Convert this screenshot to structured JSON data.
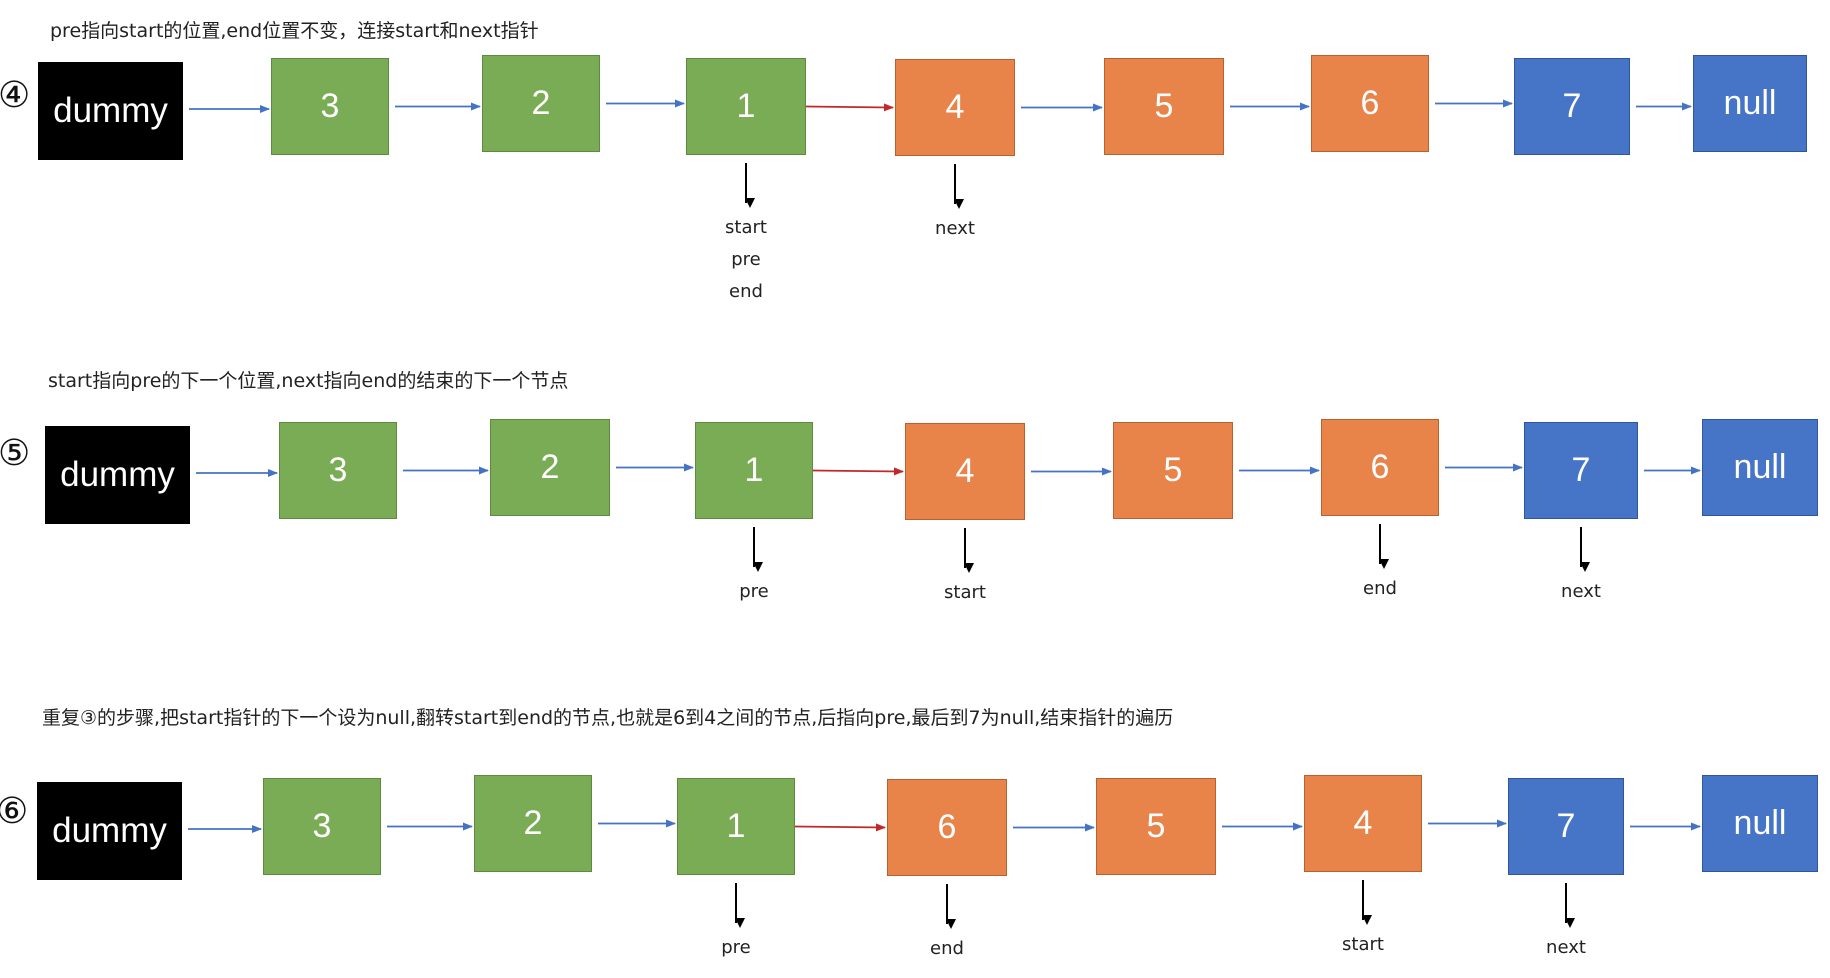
{
  "colors": {
    "dummy": "#000000",
    "green": "#7aab55",
    "green_border": "#5e8a3f",
    "orange": "#e8834a",
    "orange_border": "#b8612c",
    "blue": "#4674c6",
    "blue_border": "#2f559a",
    "arrow_blue": "#4472c4",
    "arrow_red": "#c0282c",
    "arrow_black": "#000000"
  },
  "steps": [
    {
      "number": "④",
      "caption": "pre指向start的位置,end位置不变，连接start和next指针",
      "nodes": [
        {
          "label": "dummy",
          "color": "dummy"
        },
        {
          "label": "3",
          "color": "green"
        },
        {
          "label": "2",
          "color": "green"
        },
        {
          "label": "1",
          "color": "green"
        },
        {
          "label": "4",
          "color": "orange"
        },
        {
          "label": "5",
          "color": "orange"
        },
        {
          "label": "6",
          "color": "orange"
        },
        {
          "label": "7",
          "color": "blue"
        },
        {
          "label": "null",
          "color": "blue"
        }
      ],
      "red_link_after": 3,
      "pointers": [
        {
          "node": 3,
          "labels": [
            "start",
            "pre",
            "end"
          ]
        },
        {
          "node": 4,
          "labels": [
            "next"
          ]
        }
      ]
    },
    {
      "number": "⑤",
      "caption": "start指向pre的下一个位置,next指向end的结束的下一个节点",
      "nodes": [
        {
          "label": "dummy",
          "color": "dummy"
        },
        {
          "label": "3",
          "color": "green"
        },
        {
          "label": "2",
          "color": "green"
        },
        {
          "label": "1",
          "color": "green"
        },
        {
          "label": "4",
          "color": "orange"
        },
        {
          "label": "5",
          "color": "orange"
        },
        {
          "label": "6",
          "color": "orange"
        },
        {
          "label": "7",
          "color": "blue"
        },
        {
          "label": "null",
          "color": "blue"
        }
      ],
      "red_link_after": 3,
      "pointers": [
        {
          "node": 3,
          "labels": [
            "pre"
          ]
        },
        {
          "node": 4,
          "labels": [
            "start"
          ]
        },
        {
          "node": 6,
          "labels": [
            "end"
          ]
        },
        {
          "node": 7,
          "labels": [
            "next"
          ]
        }
      ]
    },
    {
      "number": "⑥",
      "caption": "重复③的步骤,把start指针的下一个设为null,翻转start到end的节点,也就是6到4之间的节点,后指向pre,最后到7为null,结束指针的遍历",
      "nodes": [
        {
          "label": "dummy",
          "color": "dummy"
        },
        {
          "label": "3",
          "color": "green"
        },
        {
          "label": "2",
          "color": "green"
        },
        {
          "label": "1",
          "color": "green"
        },
        {
          "label": "6",
          "color": "orange"
        },
        {
          "label": "5",
          "color": "orange"
        },
        {
          "label": "4",
          "color": "orange"
        },
        {
          "label": "7",
          "color": "blue"
        },
        {
          "label": "null",
          "color": "blue"
        }
      ],
      "red_link_after": 3,
      "pointers": [
        {
          "node": 3,
          "labels": [
            "pre"
          ]
        },
        {
          "node": 4,
          "labels": [
            "end"
          ]
        },
        {
          "node": 6,
          "labels": [
            "start"
          ]
        },
        {
          "node": 7,
          "labels": [
            "next"
          ]
        }
      ]
    }
  ]
}
